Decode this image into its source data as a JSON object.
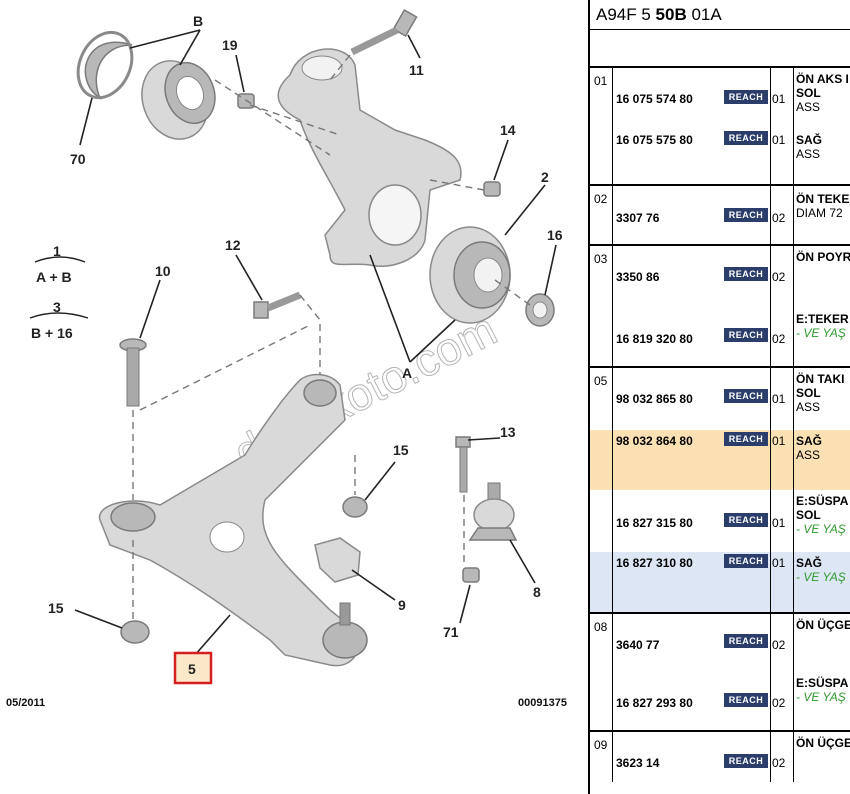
{
  "diagram": {
    "callouts": {
      "c2": "2",
      "c5": "5",
      "c8": "8",
      "c9": "9",
      "c10": "10",
      "c11": "11",
      "c12": "12",
      "c13": "13",
      "c14": "14",
      "c15a": "15",
      "c15b": "15",
      "c16": "16",
      "c19": "19",
      "c70": "70",
      "c71": "71",
      "cA": "A",
      "cB": "B"
    },
    "legend": {
      "g1_num": "1",
      "g1_formula": "A + B",
      "g3_num": "3",
      "g3_formula": "B + 16"
    },
    "watermark": "duyukoto.com",
    "footer_date": "05/2011",
    "footer_code": "00091375",
    "highlight_color": "#d62020"
  },
  "table": {
    "header": {
      "prefix": "A94F 5 ",
      "bold": "50B",
      "suffix": " 01A"
    },
    "reach_label": "REACH",
    "groups": [
      {
        "no": "01",
        "rows": [
          {
            "pn": "16 075 574 80",
            "qty": "01",
            "d1": "ÖN AKS I",
            "d2": "SOL",
            "d3": "ASS"
          },
          {
            "pn": "16 075 575 80",
            "qty": "01",
            "d1": "SAĞ",
            "d2": "ASS"
          }
        ]
      },
      {
        "no": "02",
        "rows": [
          {
            "pn": "3307 76",
            "qty": "02",
            "d1": "ÖN TEKE",
            "d2": "DIAM 72"
          }
        ]
      },
      {
        "no": "03",
        "rows": [
          {
            "pn": "3350 86",
            "qty": "02",
            "d1": "ÖN POYR"
          },
          {
            "pn": "16 819 320 80",
            "qty": "02",
            "d1": "E:TEKER",
            "green": "- VE YAŞ"
          }
        ]
      },
      {
        "no": "05",
        "rows": [
          {
            "pn": "98 032 865 80",
            "qty": "01",
            "d1": "ÖN TAKI",
            "d2": "SOL",
            "d3": "ASS"
          },
          {
            "pn": "98 032 864 80",
            "qty": "01",
            "d1": "SAĞ",
            "d2": "ASS"
          },
          {
            "pn": "16 827 315 80",
            "qty": "01",
            "d1": "E:SÜSPA",
            "d2": "SOL",
            "green": "- VE YAŞ"
          },
          {
            "pn": "16 827 310 80",
            "qty": "01",
            "d1": "SAĞ",
            "green": "- VE YAŞ"
          }
        ]
      },
      {
        "no": "08",
        "rows": [
          {
            "pn": "3640 77",
            "qty": "02",
            "d1": "ÖN ÜÇGE"
          },
          {
            "pn": "16 827 293 80",
            "qty": "02",
            "d1": "E:SÜSPA",
            "green": "- VE YAŞ"
          }
        ]
      },
      {
        "no": "09",
        "rows": [
          {
            "pn": "3623 14",
            "qty": "02",
            "d1": "ÖN ÜÇGE"
          }
        ]
      }
    ]
  }
}
